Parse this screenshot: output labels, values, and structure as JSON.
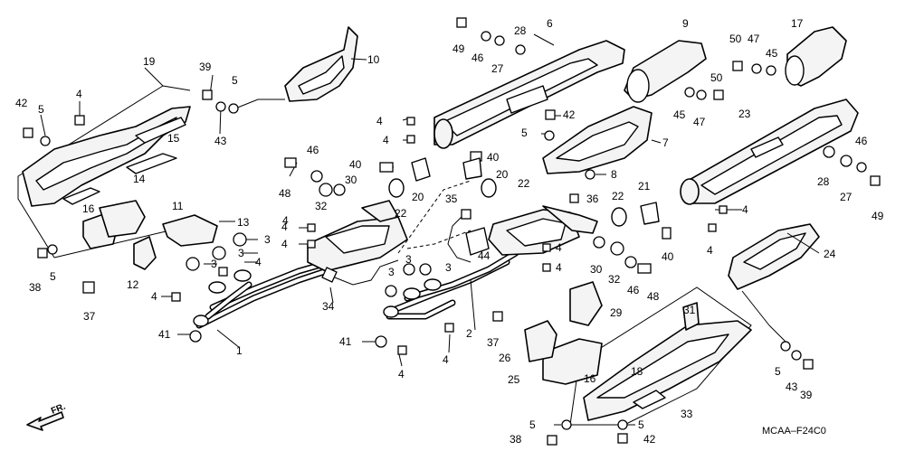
{
  "diagram": {
    "code": "MCAA–F24C0",
    "direction_label": "FR.",
    "callouts": [
      {
        "id": "c19",
        "text": "19"
      },
      {
        "id": "c4a",
        "text": "4"
      },
      {
        "id": "c42a",
        "text": "42"
      },
      {
        "id": "c5a",
        "text": "5"
      },
      {
        "id": "c39a",
        "text": "39"
      },
      {
        "id": "c5b",
        "text": "5"
      },
      {
        "id": "c43a",
        "text": "43"
      },
      {
        "id": "c10",
        "text": "10"
      },
      {
        "id": "c15",
        "text": "15"
      },
      {
        "id": "c14",
        "text": "14"
      },
      {
        "id": "c16a",
        "text": "16"
      },
      {
        "id": "c11",
        "text": "11"
      },
      {
        "id": "c13",
        "text": "13"
      },
      {
        "id": "c3a",
        "text": "3"
      },
      {
        "id": "c3b",
        "text": "3"
      },
      {
        "id": "c3c",
        "text": "3"
      },
      {
        "id": "c4b",
        "text": "4"
      },
      {
        "id": "c4c",
        "text": "4"
      },
      {
        "id": "c4d",
        "text": "4"
      },
      {
        "id": "c12",
        "text": "12"
      },
      {
        "id": "c38a",
        "text": "38"
      },
      {
        "id": "c5c",
        "text": "5"
      },
      {
        "id": "c37a",
        "text": "37"
      },
      {
        "id": "c41a",
        "text": "41"
      },
      {
        "id": "c1",
        "text": "1"
      },
      {
        "id": "c48a",
        "text": "48"
      },
      {
        "id": "c46a",
        "text": "46"
      },
      {
        "id": "c32a",
        "text": "32"
      },
      {
        "id": "c30a",
        "text": "30"
      },
      {
        "id": "c40a",
        "text": "40"
      },
      {
        "id": "c22a",
        "text": "22"
      },
      {
        "id": "c20a",
        "text": "20"
      },
      {
        "id": "c4e",
        "text": "4"
      },
      {
        "id": "c4f",
        "text": "4"
      },
      {
        "id": "c4g",
        "text": "4"
      },
      {
        "id": "c4h",
        "text": "4"
      },
      {
        "id": "c34",
        "text": "34"
      },
      {
        "id": "c3d",
        "text": "3"
      },
      {
        "id": "c3e",
        "text": "3"
      },
      {
        "id": "c3f",
        "text": "3"
      },
      {
        "id": "c41b",
        "text": "41"
      },
      {
        "id": "c4i",
        "text": "4"
      },
      {
        "id": "c49a",
        "text": "49"
      },
      {
        "id": "c46b",
        "text": "46"
      },
      {
        "id": "c27a",
        "text": "27"
      },
      {
        "id": "c28a",
        "text": "28"
      },
      {
        "id": "c6",
        "text": "6"
      },
      {
        "id": "c42b",
        "text": "42"
      },
      {
        "id": "c5d",
        "text": "5"
      },
      {
        "id": "c7",
        "text": "7"
      },
      {
        "id": "c8",
        "text": "8"
      },
      {
        "id": "c40b",
        "text": "40"
      },
      {
        "id": "c20b",
        "text": "20"
      },
      {
        "id": "c22b",
        "text": "22"
      },
      {
        "id": "c35",
        "text": "35"
      },
      {
        "id": "c36",
        "text": "36"
      },
      {
        "id": "c44",
        "text": "44"
      },
      {
        "id": "c4j",
        "text": "4"
      },
      {
        "id": "c4k",
        "text": "4"
      },
      {
        "id": "c2",
        "text": "2"
      },
      {
        "id": "c4l",
        "text": "4"
      },
      {
        "id": "c37b",
        "text": "37"
      },
      {
        "id": "c26",
        "text": "26"
      },
      {
        "id": "c25",
        "text": "25"
      },
      {
        "id": "c29",
        "text": "29"
      },
      {
        "id": "c22c",
        "text": "22"
      },
      {
        "id": "c21",
        "text": "21"
      },
      {
        "id": "c30b",
        "text": "30"
      },
      {
        "id": "c32b",
        "text": "32"
      },
      {
        "id": "c46c",
        "text": "46"
      },
      {
        "id": "c48b",
        "text": "48"
      },
      {
        "id": "c40c",
        "text": "40"
      },
      {
        "id": "c9",
        "text": "9"
      },
      {
        "id": "c50a",
        "text": "50"
      },
      {
        "id": "c47a",
        "text": "47"
      },
      {
        "id": "c45a",
        "text": "45"
      },
      {
        "id": "c17",
        "text": "17"
      },
      {
        "id": "c50b",
        "text": "50"
      },
      {
        "id": "c45b",
        "text": "45"
      },
      {
        "id": "c47b",
        "text": "47"
      },
      {
        "id": "c23",
        "text": "23"
      },
      {
        "id": "c46d",
        "text": "46"
      },
      {
        "id": "c28b",
        "text": "28"
      },
      {
        "id": "c27b",
        "text": "27"
      },
      {
        "id": "c49b",
        "text": "49"
      },
      {
        "id": "c4m",
        "text": "4"
      },
      {
        "id": "c4n",
        "text": "4"
      },
      {
        "id": "c24",
        "text": "24"
      },
      {
        "id": "c31",
        "text": "31"
      },
      {
        "id": "c16b",
        "text": "16"
      },
      {
        "id": "c18",
        "text": "18"
      },
      {
        "id": "c33",
        "text": "33"
      },
      {
        "id": "c5e",
        "text": "5"
      },
      {
        "id": "c5f",
        "text": "5"
      },
      {
        "id": "c38b",
        "text": "38"
      },
      {
        "id": "c42c",
        "text": "42"
      },
      {
        "id": "c5g",
        "text": "5"
      },
      {
        "id": "c43b",
        "text": "43"
      },
      {
        "id": "c39b",
        "text": "39"
      }
    ]
  }
}
